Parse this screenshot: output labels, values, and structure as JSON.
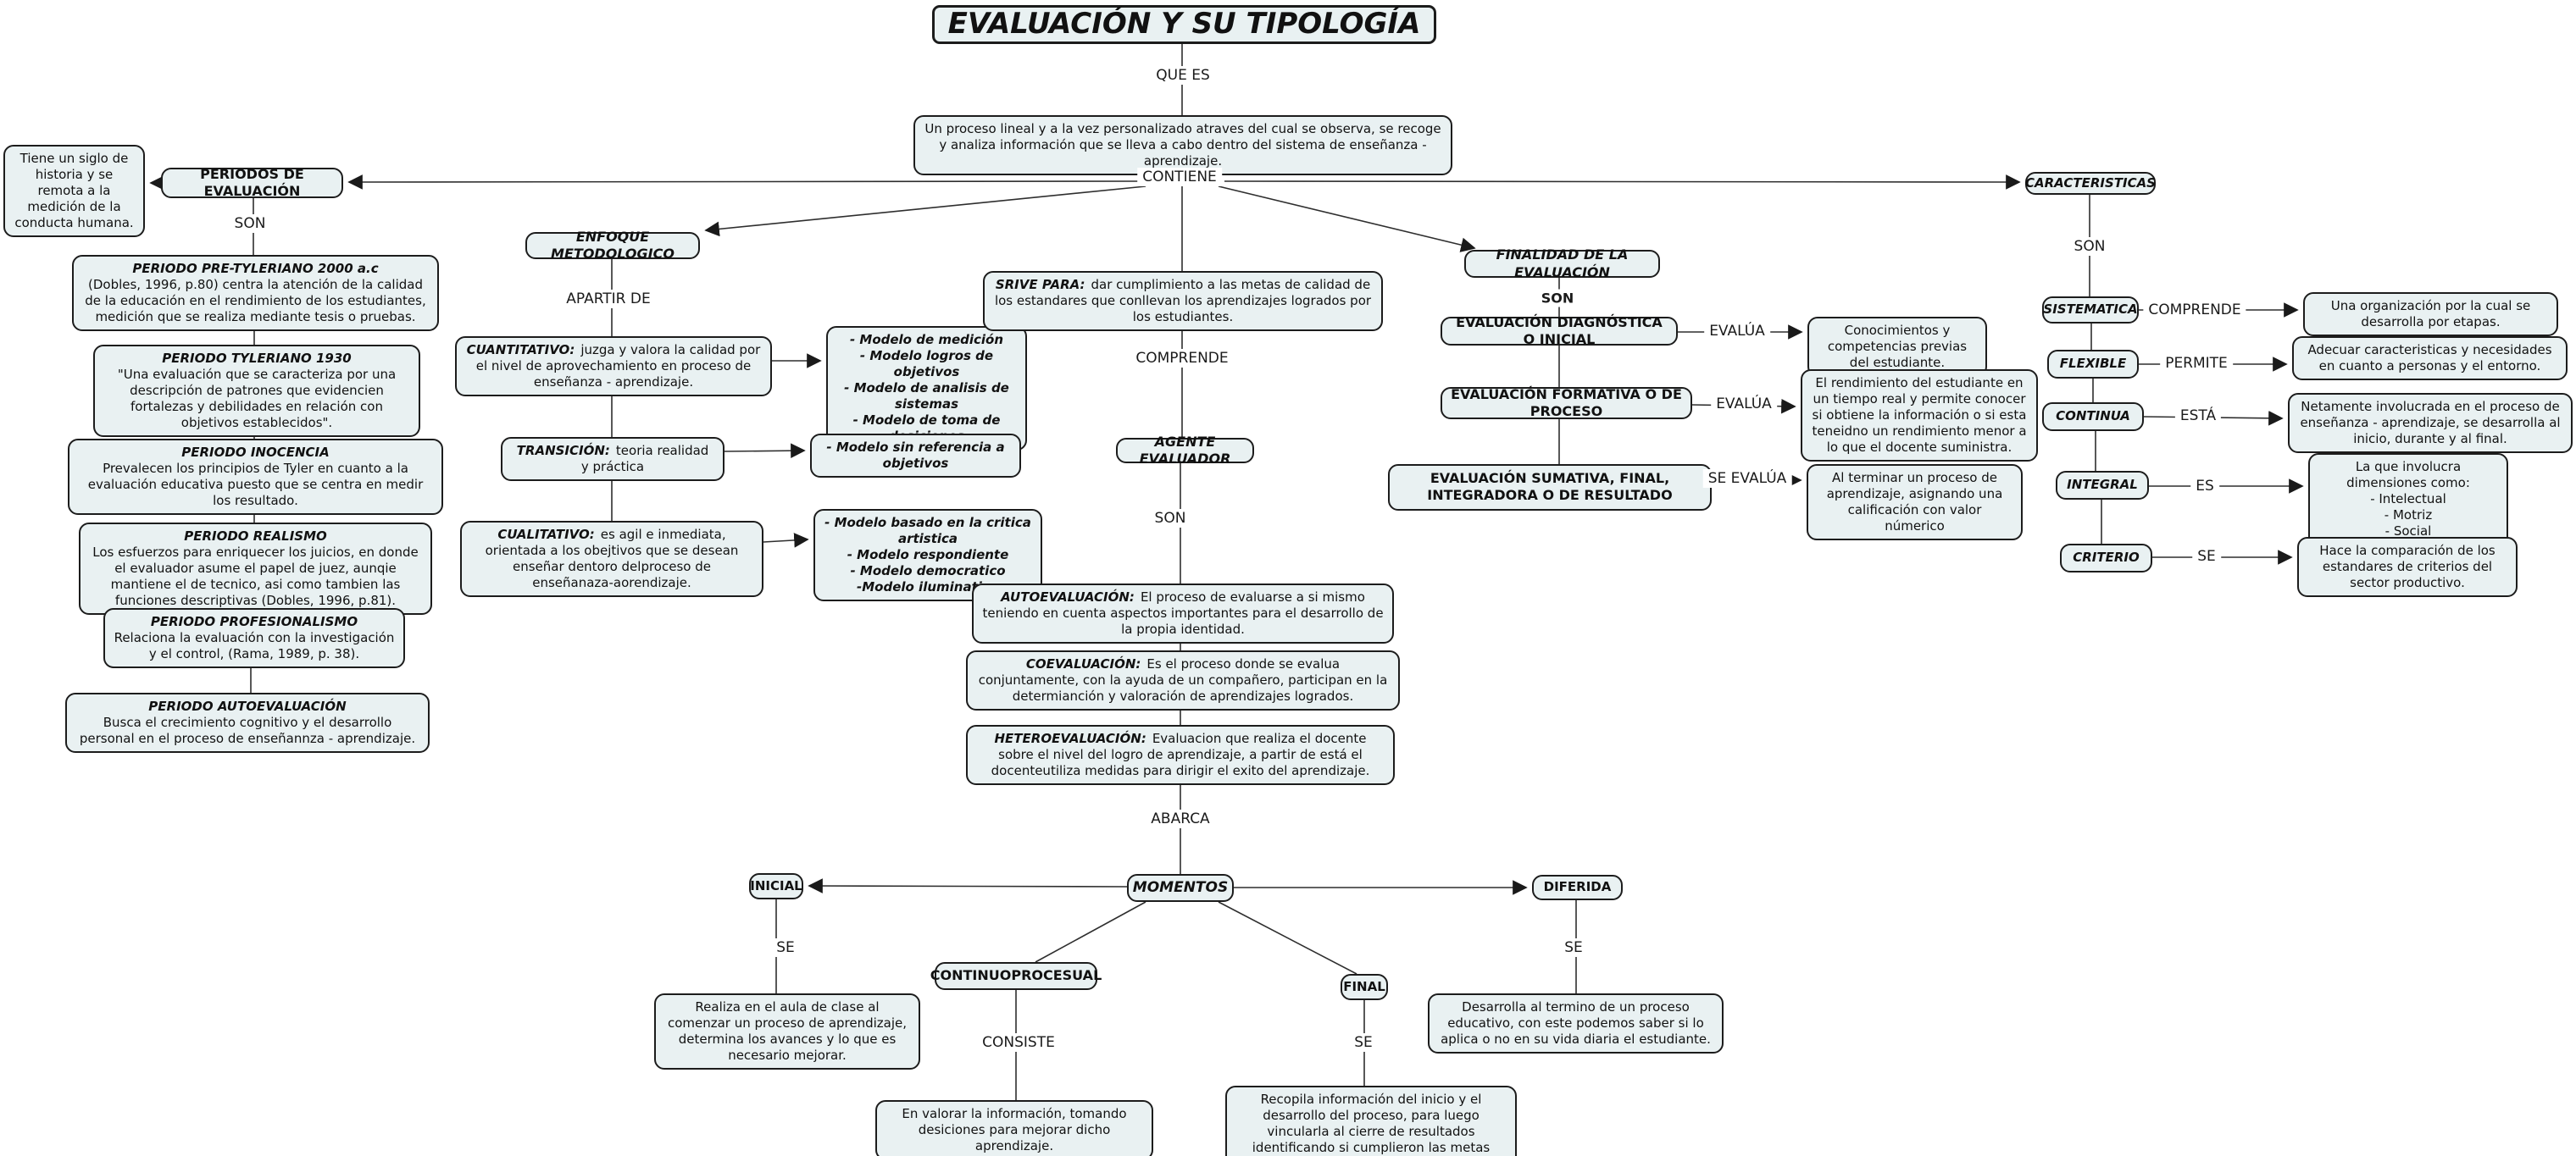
{
  "map": {
    "title": "EVALUACIÓN Y SU TIPOLOGÍA"
  },
  "nodes": {
    "definition": {
      "body": "Un proceso lineal y a la vez personalizado atraves del cual se observa, se recoge y analiza información que se lleva a cabo dentro del sistema de enseñanza - aprendizaje."
    },
    "periodos": {
      "body": "PERIODOS DE EVALUACIÓN"
    },
    "nota_siglo": {
      "body": "Tiene un siglo de historia y se remota a la medición de la conducta humana."
    },
    "pre_tyleriano": {
      "title": "PERIODO PRE-TYLERIANO 2000 a.c",
      "body": "(Dobles, 1996, p.80) centra la atención de la calidad de la educación en el rendimiento de los estudiantes, medición que se realiza mediante tesis o pruebas."
    },
    "tyleriano": {
      "title": "PERIODO TYLERIANO 1930",
      "body": "\"Una evaluación que se caracteriza por una descripción de patrones que evidencien fortalezas y debilidades en relación con objetivos establecidos\"."
    },
    "inocencia": {
      "title": "PERIODO INOCENCIA",
      "body": "Prevalecen los principios de Tyler en cuanto a la evaluación educativa puesto que se centra en medir los resultado."
    },
    "realismo": {
      "title": "PERIODO REALISMO",
      "body": "Los esfuerzos para enriquecer los juicios, en donde el evaluador asume el papel de juez, aunqie mantiene el de tecnico, asi como tambien las funciones descriptivas (Dobles, 1996, p.81)."
    },
    "profesionalismo": {
      "title": "PERIODO PROFESIONALISMO",
      "body": "Relaciona la evaluación con la investigación y el control, (Rama, 1989, p. 38)."
    },
    "periodo_autoevaluacion": {
      "title": "PERIODO AUTOEVALUACIÓN",
      "body": "Busca el crecimiento cognitivo y el desarrollo personal en el proceso de enseñannza - aprendizaje."
    },
    "enfoque": {
      "body": "ENFOQUE METODOLOGICO"
    },
    "cuantitativo": {
      "title": "CUANTITATIVO:",
      "body": "juzga y valora la calidad por el nivel de aprovechamiento en proceso de enseñanza - aprendizaje."
    },
    "modelos_cuantitativo": {
      "body": "- Modelo de medición\n- Modelo logros de objetivos\n- Modelo de analisis de sistemas\n- Modelo de toma de desiciones"
    },
    "transicion": {
      "title": "TRANSICIÓN:",
      "body": "teoria realidad y práctica"
    },
    "modelo_sin_referencia": {
      "body": "- Modelo sin referencia a objetivos"
    },
    "cualitativo": {
      "title": "CUALITATIVO:",
      "body": "es agil e inmediata, orientada a los obejtivos que se desean enseñar dentoro delproceso de enseñanaza-aorendizaje."
    },
    "modelos_cualitativo": {
      "body": "- Modelo basado en la critica artistica\n- Modelo respondiente\n- Modelo democratico\n-Modelo iluminativo"
    },
    "sirve_para": {
      "title": "SRIVE PARA:",
      "body": "dar cumplimiento a las metas de calidad de los estandares que conllevan los aprendizajes logrados por los estudiantes."
    },
    "agente": {
      "body": "AGENTE EVALUADOR"
    },
    "autoevaluacion": {
      "title": "AUTOEVALUACIÓN:",
      "body": "El proceso de evaluarse a si mismo teniendo en cuenta aspectos importantes para el desarrollo de la propia identidad."
    },
    "coevaluacion": {
      "title": "COEVALUACIÓN:",
      "body": "Es el proceso donde se evalua conjuntamente, con la ayuda de un compañero, participan en la determianción y valoración de aprendizajes logrados."
    },
    "heteroevaluacion": {
      "title": "HETEROEVALUACIÓN:",
      "body": "Evaluacion que realiza el docente sobre el nivel del logro de aprendizaje, a partir de está el docenteutiliza medidas para dirigir el exito del aprendizaje."
    },
    "finalidad": {
      "body": "FINALIDAD DE LA EVALUACIÓN"
    },
    "diagnostica": {
      "body": "EVALUACIÓN DIAGNÓSTICA O INICIAL"
    },
    "conocimientos": {
      "body": "Conocimientos y competencias previas del estudiante."
    },
    "formativa": {
      "body": "EVALUACIÓN FORMATIVA O DE PROCESO"
    },
    "rendimiento": {
      "body": "El rendimiento del estudiante en un tiempo real y permite conocer si obtiene la información o si esta teneidno un rendimiento menor a lo que el docente suministra."
    },
    "sumativa": {
      "body": "EVALUACIÓN SUMATIVA, FINAL, INTEGRADORA O DE RESULTADO"
    },
    "al_terminar": {
      "body": "Al terminar un proceso de aprendizaje, asignando una calificación con valor númerico"
    },
    "caracteristicas": {
      "body": "CARACTERISTICAS"
    },
    "sistematica": {
      "body": "SISTEMATICA"
    },
    "una_organizacion": {
      "body": "Una organización por la cual se desarrolla por etapas."
    },
    "flexible": {
      "body": "FLEXIBLE"
    },
    "adecuar": {
      "body": "Adecuar caracteristicas y necesidades en cuanto a personas y el entorno."
    },
    "continua": {
      "body": "CONTINUA"
    },
    "netamente": {
      "body": "Netamente involucrada en el proceso de enseñanza - aprendizaje, se desarrolla al inicio, durante y al final."
    },
    "integral": {
      "body": "INTEGRAL"
    },
    "dimensiones": {
      "body": "La que involucra dimensiones como:\n- Intelectual\n- Motriz\n- Social\n- Afectiva\n-Acciologica"
    },
    "criterio": {
      "body": "CRITERIO"
    },
    "comparacion": {
      "body": "Hace la comparación de los estandares de criterios del sector productivo."
    },
    "momentos": {
      "body": "MOMENTOS"
    },
    "inicial": {
      "body": "INICIAL"
    },
    "inicial_desc": {
      "body": "Realiza en el aula de clase al comenzar un proceso de aprendizaje, determina los avances y lo que es necesario mejorar."
    },
    "continuoprocesual": {
      "body": "CONTINUOPROCESUAL"
    },
    "valorar": {
      "body": "En valorar la información, tomando desiciones para mejorar dicho aprendizaje."
    },
    "final": {
      "body": "FINAL"
    },
    "recopila": {
      "body": "Recopila información del inicio y el desarrollo del proceso, para luego vincularla al cierre de resultados identificando si cumplieron las metas establecidas."
    },
    "diferida": {
      "body": "DIFERIDA"
    },
    "desarrolla": {
      "body": "Desarrolla al termino de un proceso educativo, con este podemos saber si lo aplica o no en su vida diaria el estudiante."
    }
  },
  "labels": {
    "que_es": "QUE ES",
    "contiene": "CONTIENE",
    "son_periodos": "SON",
    "apartir_de": "APARTIR DE",
    "comprende_centro": "COMPRENDE",
    "son_agente": "SON",
    "abarca": "ABARCA",
    "son_finalidad": "SON",
    "evalua_1": "EVALÚA",
    "evalua_2": "EVALÚA",
    "se_evalua": "SE EVALÚA",
    "son_caracteristicas": "SON",
    "comprende_sistematica": "COMPRENDE",
    "permite": "PERMITE",
    "esta": "ESTÁ",
    "es": "ES",
    "se_criterio": "SE",
    "se_inicial": "SE",
    "consiste": "CONSISTE",
    "se_final": "SE",
    "se_diferida": "SE"
  },
  "colors": {
    "node_fill": "#e9f1f2",
    "node_border": "#1c1c1c",
    "line": "#2e2e2e",
    "background": "#ffffff"
  }
}
